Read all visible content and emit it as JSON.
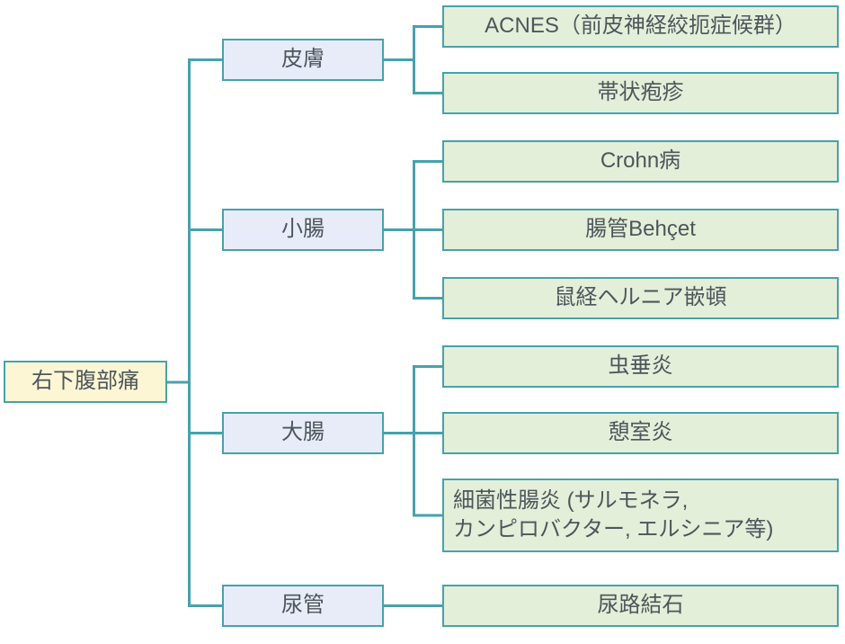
{
  "diagram": {
    "root": {
      "label": "右下腹部痛"
    },
    "branches": [
      {
        "label": "皮膚",
        "children": [
          "ACNES（前皮神経絞扼症候群）",
          "帯状疱疹"
        ]
      },
      {
        "label": "小腸",
        "children": [
          "Crohn病",
          "腸管Behçet",
          "鼠経ヘルニア嵌頓"
        ]
      },
      {
        "label": "大腸",
        "children": [
          "虫垂炎",
          "憩室炎",
          "細菌性腸炎 (サルモネラ,\nカンピロバクター, エルシニア等)"
        ]
      },
      {
        "label": "尿管",
        "children": [
          "尿路結石"
        ]
      }
    ],
    "colors": {
      "line": "#44a3ad",
      "root_bg": "#fdf6d5",
      "branch_bg": "#e7ecf8",
      "leaf_bg": "#e4efda",
      "text": "#4d565a"
    }
  }
}
